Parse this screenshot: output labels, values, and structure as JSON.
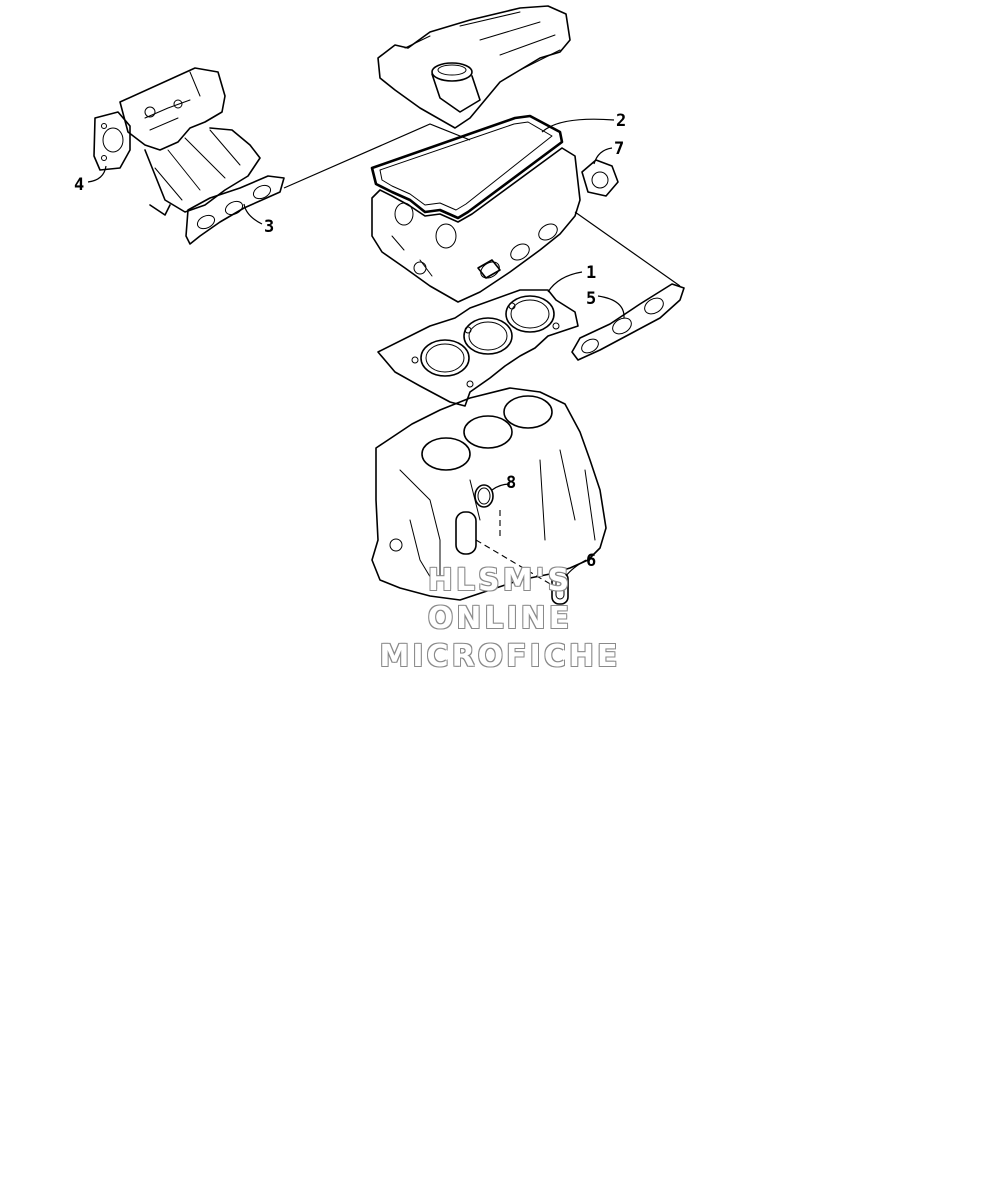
{
  "diagram": {
    "callouts": [
      {
        "id": "c1",
        "label": "1",
        "part": "cylinder-head-gasket"
      },
      {
        "id": "c2",
        "label": "2",
        "part": "valve-cover-gasket"
      },
      {
        "id": "c3",
        "label": "3",
        "part": "intake-manifold-gasket"
      },
      {
        "id": "c4",
        "label": "4",
        "part": "throttle-body-gasket"
      },
      {
        "id": "c5",
        "label": "5",
        "part": "exhaust-manifold-gasket"
      },
      {
        "id": "c6",
        "label": "6",
        "part": "water-passage-gasket"
      },
      {
        "id": "c7",
        "label": "7",
        "part": "thermostat-housing-gasket"
      },
      {
        "id": "c8",
        "label": "8",
        "part": "o-ring"
      }
    ]
  },
  "watermark": {
    "line1": "HLSM'S",
    "line2": "ONLINE",
    "line3": "MICROFICHE"
  }
}
